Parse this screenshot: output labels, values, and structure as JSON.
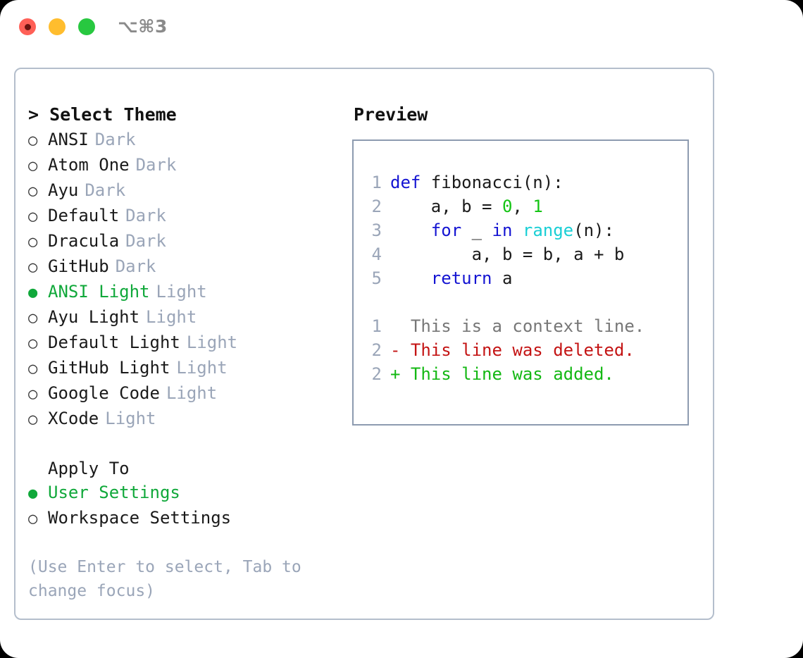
{
  "titlebar": {
    "shortcut": "⌥⌘3",
    "lights": [
      {
        "name": "close-button",
        "color": "#FF6057"
      },
      {
        "name": "minimize-button",
        "color": "#FFBD2E"
      },
      {
        "name": "maximize-button",
        "color": "#28C840"
      }
    ]
  },
  "theme_panel": {
    "header": "> Select Theme",
    "items": [
      {
        "marker": "○",
        "name": "ANSI",
        "tag": "Dark",
        "selected": false
      },
      {
        "marker": "○",
        "name": "Atom One",
        "tag": "Dark",
        "selected": false
      },
      {
        "marker": "○",
        "name": "Ayu",
        "tag": "Dark",
        "selected": false
      },
      {
        "marker": "○",
        "name": "Default",
        "tag": "Dark",
        "selected": false
      },
      {
        "marker": "○",
        "name": "Dracula",
        "tag": "Dark",
        "selected": false
      },
      {
        "marker": "○",
        "name": "GitHub",
        "tag": "Dark",
        "selected": false
      },
      {
        "marker": "●",
        "name": "ANSI Light",
        "tag": "Light",
        "selected": true
      },
      {
        "marker": "○",
        "name": "Ayu Light",
        "tag": "Light",
        "selected": false
      },
      {
        "marker": "○",
        "name": "Default Light",
        "tag": "Light",
        "selected": false
      },
      {
        "marker": "○",
        "name": "GitHub Light",
        "tag": "Light",
        "selected": false
      },
      {
        "marker": "○",
        "name": "Google Code",
        "tag": "Light",
        "selected": false
      },
      {
        "marker": "○",
        "name": "XCode",
        "tag": "Light",
        "selected": false
      }
    ]
  },
  "apply_to": {
    "label": "Apply To",
    "options": [
      {
        "marker": "●",
        "name": "User Settings",
        "selected": true
      },
      {
        "marker": "○",
        "name": "Workspace Settings",
        "selected": false
      }
    ]
  },
  "hint": "(Use Enter to select, Tab to change focus)",
  "preview": {
    "header": "Preview",
    "code_lines": [
      {
        "no": "1",
        "tokens": [
          {
            "t": "def",
            "c": "kw"
          },
          {
            "t": " fibonacci(n):",
            "c": "txt"
          }
        ]
      },
      {
        "no": "2",
        "tokens": [
          {
            "t": "    a, b = ",
            "c": "txt"
          },
          {
            "t": "0",
            "c": "num"
          },
          {
            "t": ", ",
            "c": "txt"
          },
          {
            "t": "1",
            "c": "num"
          }
        ]
      },
      {
        "no": "3",
        "tokens": [
          {
            "t": "    ",
            "c": "txt"
          },
          {
            "t": "for",
            "c": "kw"
          },
          {
            "t": " _ ",
            "c": "txt"
          },
          {
            "t": "in",
            "c": "kw"
          },
          {
            "t": " ",
            "c": "txt"
          },
          {
            "t": "range",
            "c": "fn"
          },
          {
            "t": "(n):",
            "c": "txt"
          }
        ]
      },
      {
        "no": "4",
        "tokens": [
          {
            "t": "        a, b = b, a + b",
            "c": "txt"
          }
        ]
      },
      {
        "no": "5",
        "tokens": [
          {
            "t": "    ",
            "c": "txt"
          },
          {
            "t": "return",
            "c": "kw"
          },
          {
            "t": " a",
            "c": "txt"
          }
        ]
      }
    ],
    "diff_lines": [
      {
        "no": "1",
        "tokens": [
          {
            "t": "  This is a context line.",
            "c": "ctx"
          }
        ]
      },
      {
        "no": "2",
        "tokens": [
          {
            "t": "- This line was deleted.",
            "c": "del"
          }
        ]
      },
      {
        "no": "2",
        "tokens": [
          {
            "t": "+ This line was added.",
            "c": "add"
          }
        ]
      }
    ]
  },
  "colors": {
    "keyword": "#1414D2",
    "function": "#1ACFD5",
    "number": "#14C414",
    "selected": "#10A83A",
    "muted": "#9AA5B8",
    "diff_add": "#14B814",
    "diff_del": "#C41414",
    "border": "#B4BECC"
  }
}
